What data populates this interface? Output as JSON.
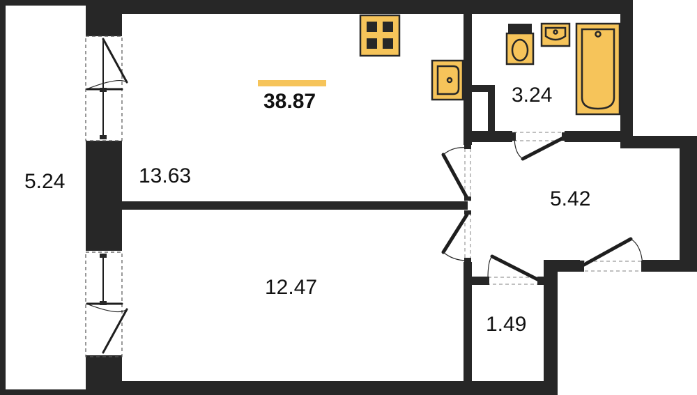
{
  "plan": {
    "total_area": "38.87",
    "accent_color": "#f6c45a",
    "wall_color": "#272727",
    "rooms": {
      "balcony": "5.24",
      "kitchen_living": "13.63",
      "bedroom": "12.47",
      "bathroom": "3.24",
      "hallway": "5.42",
      "storage": "1.49"
    }
  }
}
